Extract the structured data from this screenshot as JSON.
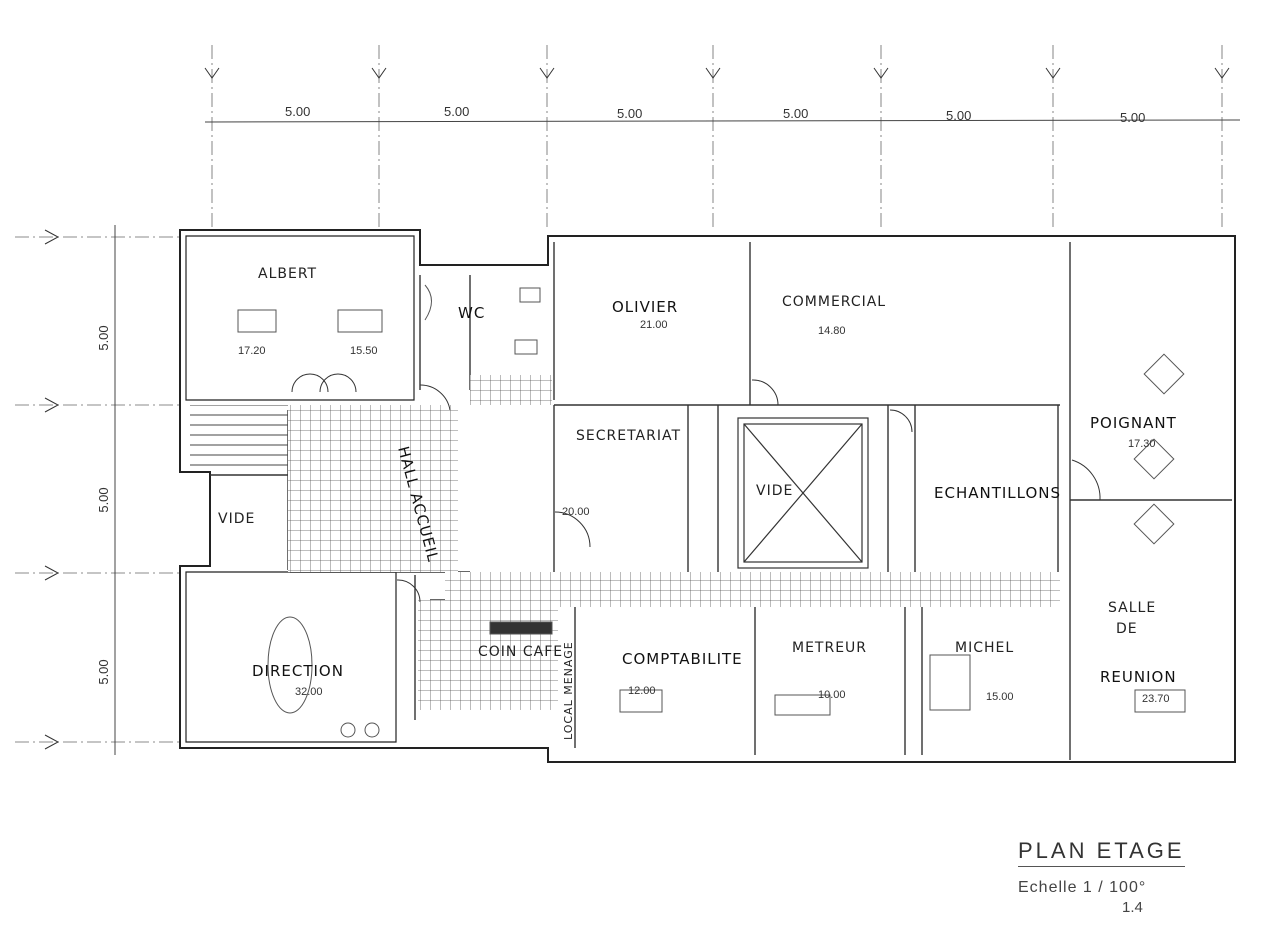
{
  "grid": {
    "column_spacings": [
      "5.00",
      "5.00",
      "5.00",
      "5.00",
      "5.00",
      "5.00"
    ],
    "row_spacings": [
      "5.00",
      "5.00",
      "5.00"
    ]
  },
  "rooms": {
    "albert": {
      "name": "ALBERT",
      "area_left": "17.20",
      "area_right": "15.50"
    },
    "wc": {
      "name": "WC"
    },
    "olivier": {
      "name": "OLIVIER",
      "area": "21.00"
    },
    "commercial": {
      "name": "COMMERCIAL",
      "area": "14.80"
    },
    "poignant": {
      "name": "POIGNANT",
      "area": "17.30"
    },
    "hall_accueil": {
      "name": "HALL ACCUEIL"
    },
    "secretariat": {
      "name": "SECRETARIAT",
      "area": "20.00"
    },
    "vide_center": {
      "name": "VIDE"
    },
    "echantillons": {
      "name": "ECHANTILLONS"
    },
    "vide_left": {
      "name": "VIDE"
    },
    "direction": {
      "name": "DIRECTION",
      "area": "32.00"
    },
    "coin_cafe": {
      "name": "COIN CAFE"
    },
    "local_menage": {
      "name": "LOCAL MENAGE"
    },
    "comptabilite": {
      "name": "COMPTABILITE",
      "area": "12.00"
    },
    "metreur": {
      "name": "METREUR",
      "area": "10.00"
    },
    "michel": {
      "name": "MICHEL",
      "area": "15.00"
    },
    "salle_reunion": {
      "name_line1": "SALLE",
      "name_line2": "DE",
      "name_line3": "REUNION",
      "area": "23.70"
    }
  },
  "title_block": {
    "title": "PLAN ETAGE",
    "scale": "Echelle 1 / 100°",
    "sheet": "1.4"
  }
}
